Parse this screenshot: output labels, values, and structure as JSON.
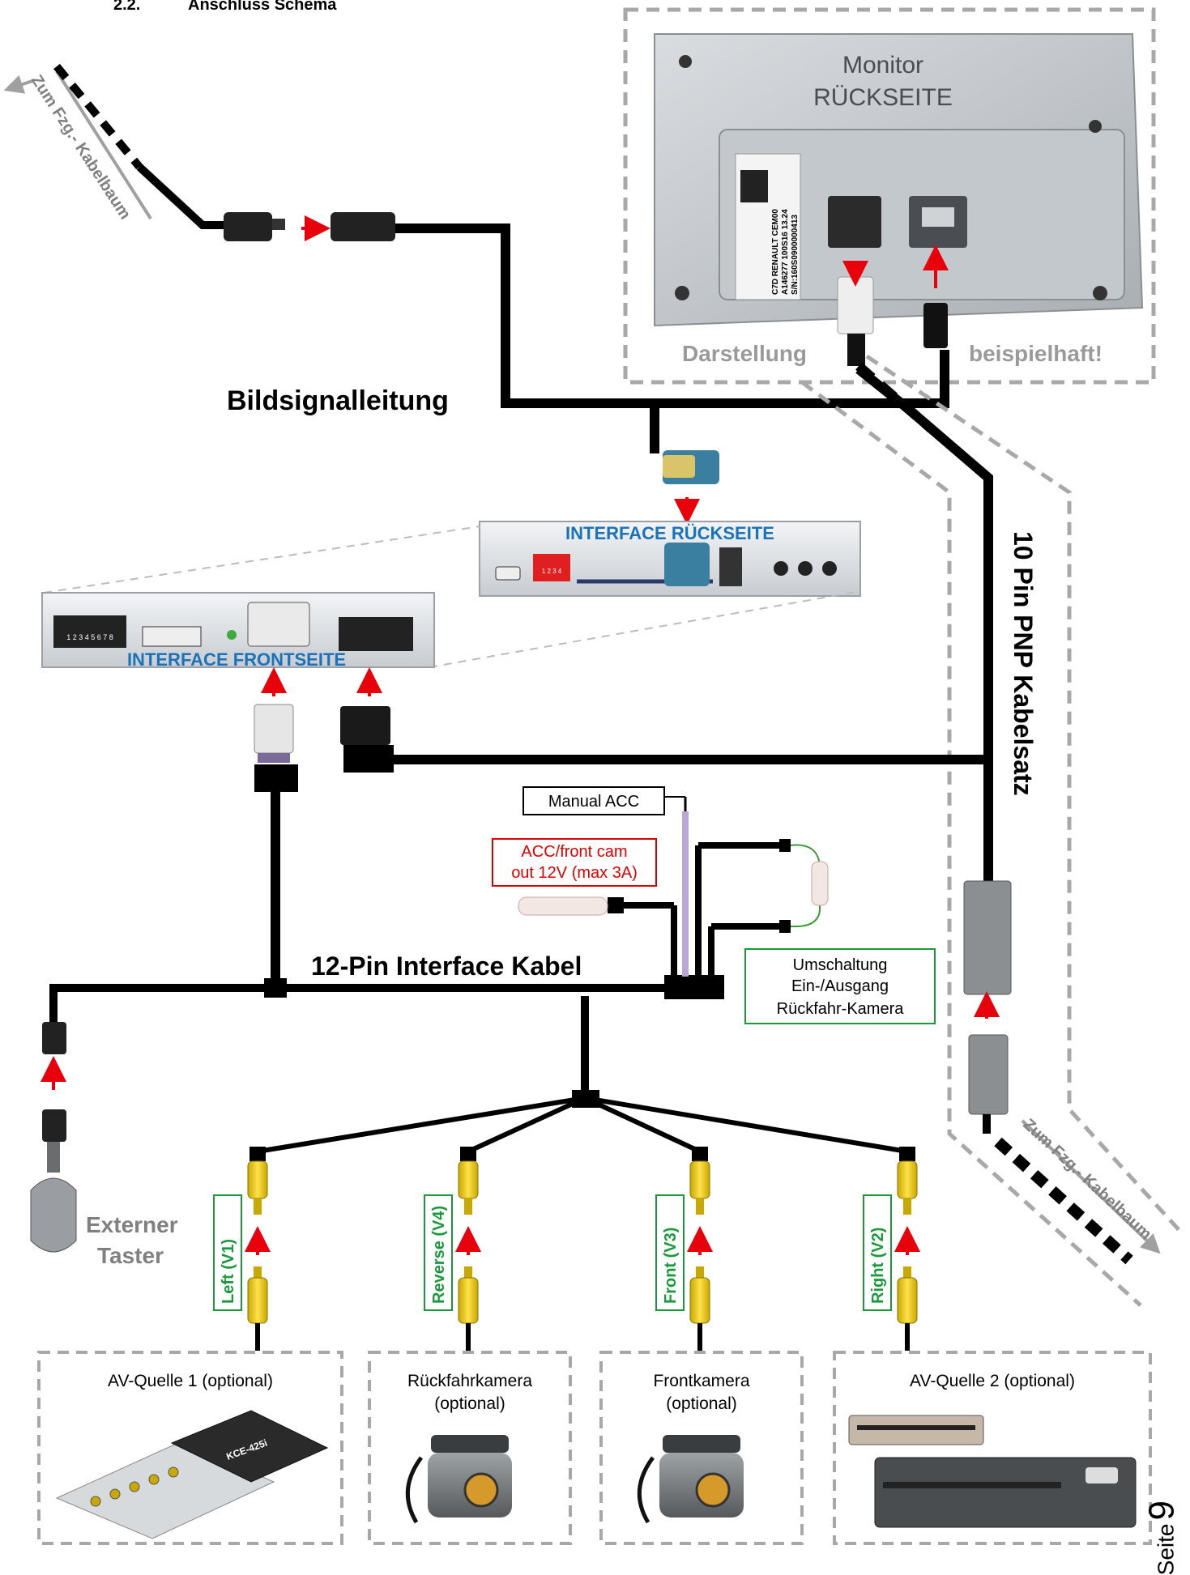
{
  "section": {
    "number": "2.2.",
    "title": "Anschluss Schema"
  },
  "monitor": {
    "title_line1": "Monitor",
    "title_line2": "RÜCKSEITE",
    "caption_left": "Darstellung",
    "caption_right": "beispielhaft!",
    "label_lines": [
      "C7D RENAULT   CEM00",
      "A146277  100S16  13.24",
      "S/N:160S0900000413"
    ]
  },
  "harness_left": "Zum Fzg.- Kabelbaum",
  "harness_right": "Zum Fzg.- Kabelbaum",
  "video_cable": "Bildsignalleitung",
  "pnp_cable": "10 Pin PNP Kabelsatz",
  "interface_back": {
    "title": "INTERFACE RÜCKSEITE",
    "dip": "1 2 3 4"
  },
  "interface_front": {
    "title": "INTERFACE  FRONTSEITE",
    "dip": "1 2 3 4 5 6 7 8"
  },
  "interface_cable": "12-Pin Interface Kabel",
  "manual_acc": "Manual ACC",
  "acc_out": {
    "line1": "ACC/front cam",
    "line2": "out  12V (max 3A)"
  },
  "camera_switch": {
    "line1": "Umschaltung",
    "line2": "Ein-/Ausgang",
    "line3": "Rückfahr-Kamera"
  },
  "external_button": {
    "line1": "Externer",
    "line2": "Taster"
  },
  "inputs": [
    {
      "label": "Left (V1)"
    },
    {
      "label": "Reverse (V4)"
    },
    {
      "label": "Front  (V3)"
    },
    {
      "label": "Right  (V2)"
    }
  ],
  "sources": [
    {
      "title_line1": "AV-Quelle 1 (optional)",
      "title_line2": "",
      "device_text": "KCE-425i"
    },
    {
      "title_line1": "Rückfahrkamera",
      "title_line2": "(optional)"
    },
    {
      "title_line1": "Frontkamera",
      "title_line2": "(optional)"
    },
    {
      "title_line1": "AV-Quelle 2 (optional)",
      "title_line2": ""
    }
  ],
  "page": {
    "label": "Seite",
    "number": "9"
  },
  "colors": {
    "arrow": "#e8000b",
    "label_blue": "#1a73b8",
    "green": "#1b9a3c",
    "red_text": "#e00000",
    "dashed": "#a8a8a8"
  }
}
